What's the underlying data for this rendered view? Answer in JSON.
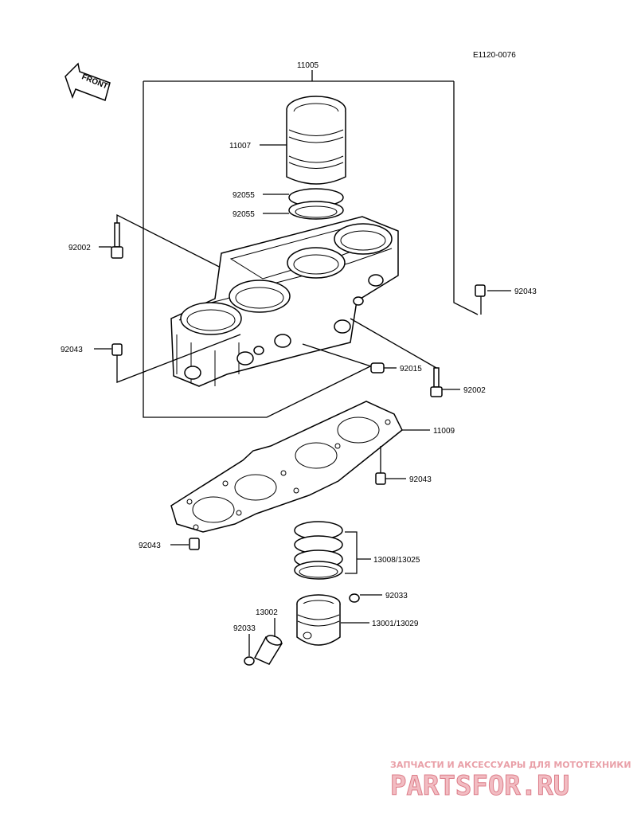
{
  "diagram": {
    "code": "E1120-0076",
    "front_label": "FRONT",
    "labels": {
      "l_11005": "11005",
      "l_11007": "11007",
      "l_92055_a": "92055",
      "l_92055_b": "92055",
      "l_92002_left": "92002",
      "l_92043_right": "92043",
      "l_92043_left": "92043",
      "l_92015": "92015",
      "l_92002_right": "92002",
      "l_11009": "11009",
      "l_92043_gasket": "92043",
      "l_92043_lower": "92043",
      "l_13008": "13008/13025",
      "l_92033_right": "92033",
      "l_13002": "13002",
      "l_92033_left": "92033",
      "l_13001": "13001/13029"
    }
  },
  "watermark": {
    "tagline": "ЗАПЧАСТИ И АКСЕССУАРЫ ДЛЯ МОТОТЕХНИКИ",
    "logo": "PARTSFOR.RU"
  }
}
